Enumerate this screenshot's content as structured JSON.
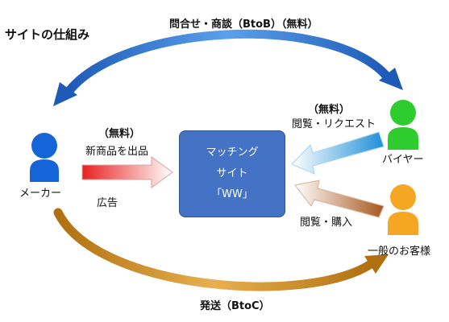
{
  "title": "サイトの仕組み",
  "top_flow": "問合せ・商談（BtoB）（無料）",
  "bottom_flow": "発送（BtoC）",
  "site": {
    "line1": "マッチング",
    "line2": "サイト",
    "line3": "「WW」"
  },
  "actors": {
    "maker": "メーカー",
    "buyer": "バイヤー",
    "consumer": "一般のお客様"
  },
  "labels": {
    "free_buyer": "（無料）",
    "browse_request": "閲覧・リクエスト",
    "free_maker": "（無料）",
    "new_product": "新商品を出品",
    "advertising": "広告",
    "browse_purchase": "閲覧・購入"
  },
  "colors": {
    "maker": "#1565d8",
    "buyer": "#2ecc2e",
    "consumer": "#f5a623",
    "site_box": "#4472c4",
    "top_arrow": "#3a7bd5",
    "bottom_arrow": "#c98a1a",
    "arrow_new_product": "#e83030",
    "arrow_browse_request": "#29a3e0",
    "arrow_browse_purchase": "#b0602a"
  }
}
